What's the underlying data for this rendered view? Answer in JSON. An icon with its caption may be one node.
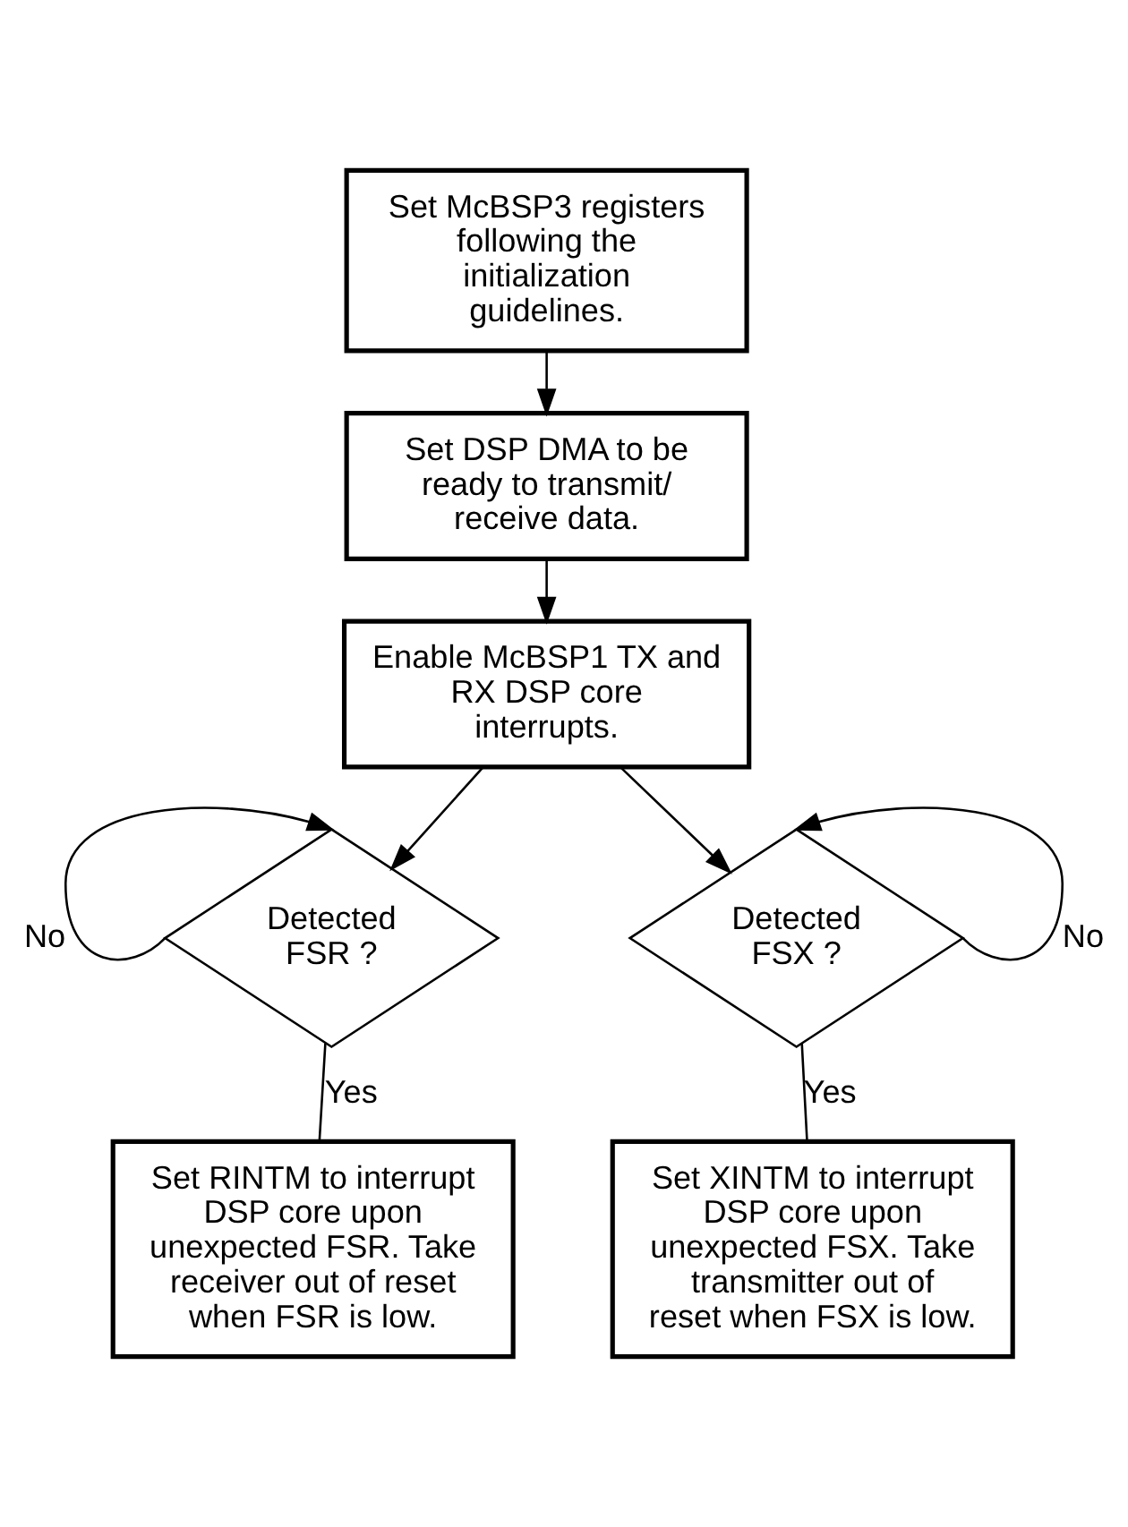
{
  "diagram": {
    "nodes": [
      {
        "text": [
          "Set McBSP3 registers following the initialization guidelines."
        ]
      },
      {
        "text": [
          "Set DSP DMA to be ready to transmit/ receive data."
        ]
      },
      {
        "text": [
          "Enable McBSP1 TX and RX DSP core interrupts."
        ]
      },
      {
        "text": [
          "Detected FSR ?"
        ]
      },
      {
        "text": [
          "Detected FSX ?"
        ]
      },
      {
        "text": [
          "Set RINTM to interrupt DSP core upon unexpected FSR. Take receiver out of reset when FSR is low."
        ]
      },
      {
        "text": [
          "Set XINTM to interrupt DSP core upon unexpected FSX. Take transmitter out of reset when FSX is low."
        ]
      }
    ],
    "edges": [
      {
        "from": 0,
        "to": 1,
        "arrow": "to"
      },
      {
        "from": 1,
        "to": 2,
        "arrow": "to"
      },
      {
        "from": 2,
        "to": 3,
        "arrow": "to"
      },
      {
        "from": 2,
        "to": 4,
        "arrow": "to"
      },
      {
        "from": 3,
        "to": 3,
        "arrow": "to",
        "label": "No"
      },
      {
        "from": 3,
        "to": 5,
        "arrow": "none",
        "label": "Yes"
      },
      {
        "from": 4,
        "to": 4,
        "arrow": "to",
        "label": "No"
      },
      {
        "from": 4,
        "to": 6,
        "arrow": "none",
        "label": "Yes"
      }
    ]
  }
}
